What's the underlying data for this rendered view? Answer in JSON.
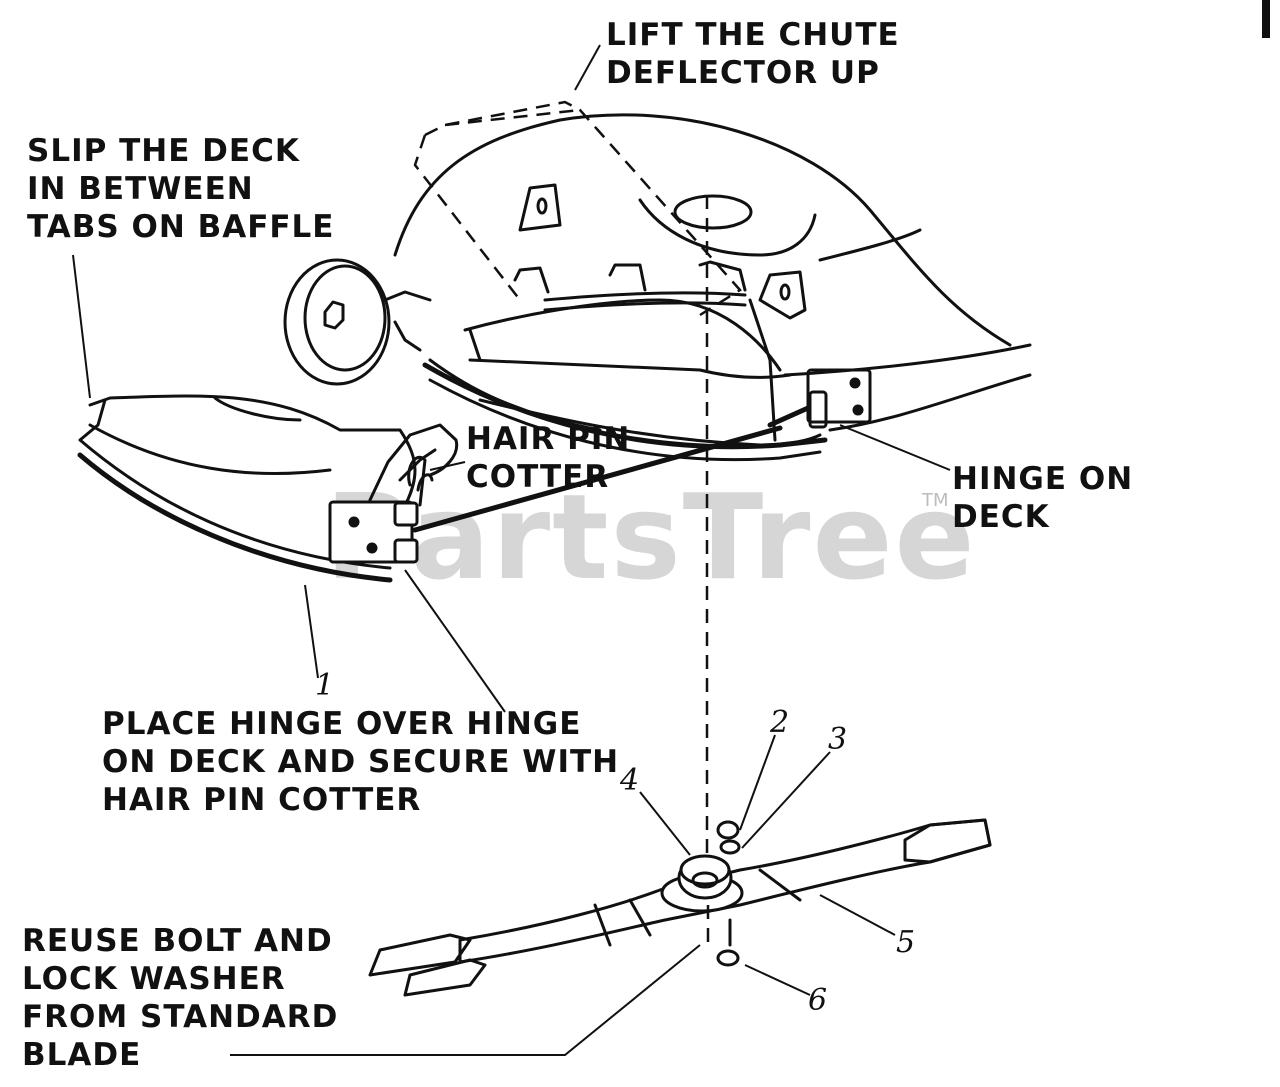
{
  "watermark": {
    "text": "PartsTree",
    "trademark": "TM"
  },
  "labels": {
    "lift_chute": [
      "LIFT THE CHUTE",
      "DEFLECTOR UP"
    ],
    "slip_deck": [
      "SLIP THE DECK",
      "IN BETWEEN",
      "TABS ON BAFFLE"
    ],
    "hair_pin": [
      "HAIR PIN",
      "COTTER"
    ],
    "hinge_on_deck": [
      "HINGE ON",
      "DECK"
    ],
    "place_hinge": [
      "PLACE HINGE OVER HINGE",
      "ON DECK AND SECURE WITH",
      "HAIR PIN COTTER"
    ],
    "reuse_bolt": [
      "REUSE BOLT AND",
      "LOCK WASHER",
      "FROM STANDARD",
      "BLADE"
    ]
  },
  "callouts": {
    "c1": "1",
    "c2": "2",
    "c3": "3",
    "c4": "4",
    "c5": "5",
    "c6": "6"
  }
}
